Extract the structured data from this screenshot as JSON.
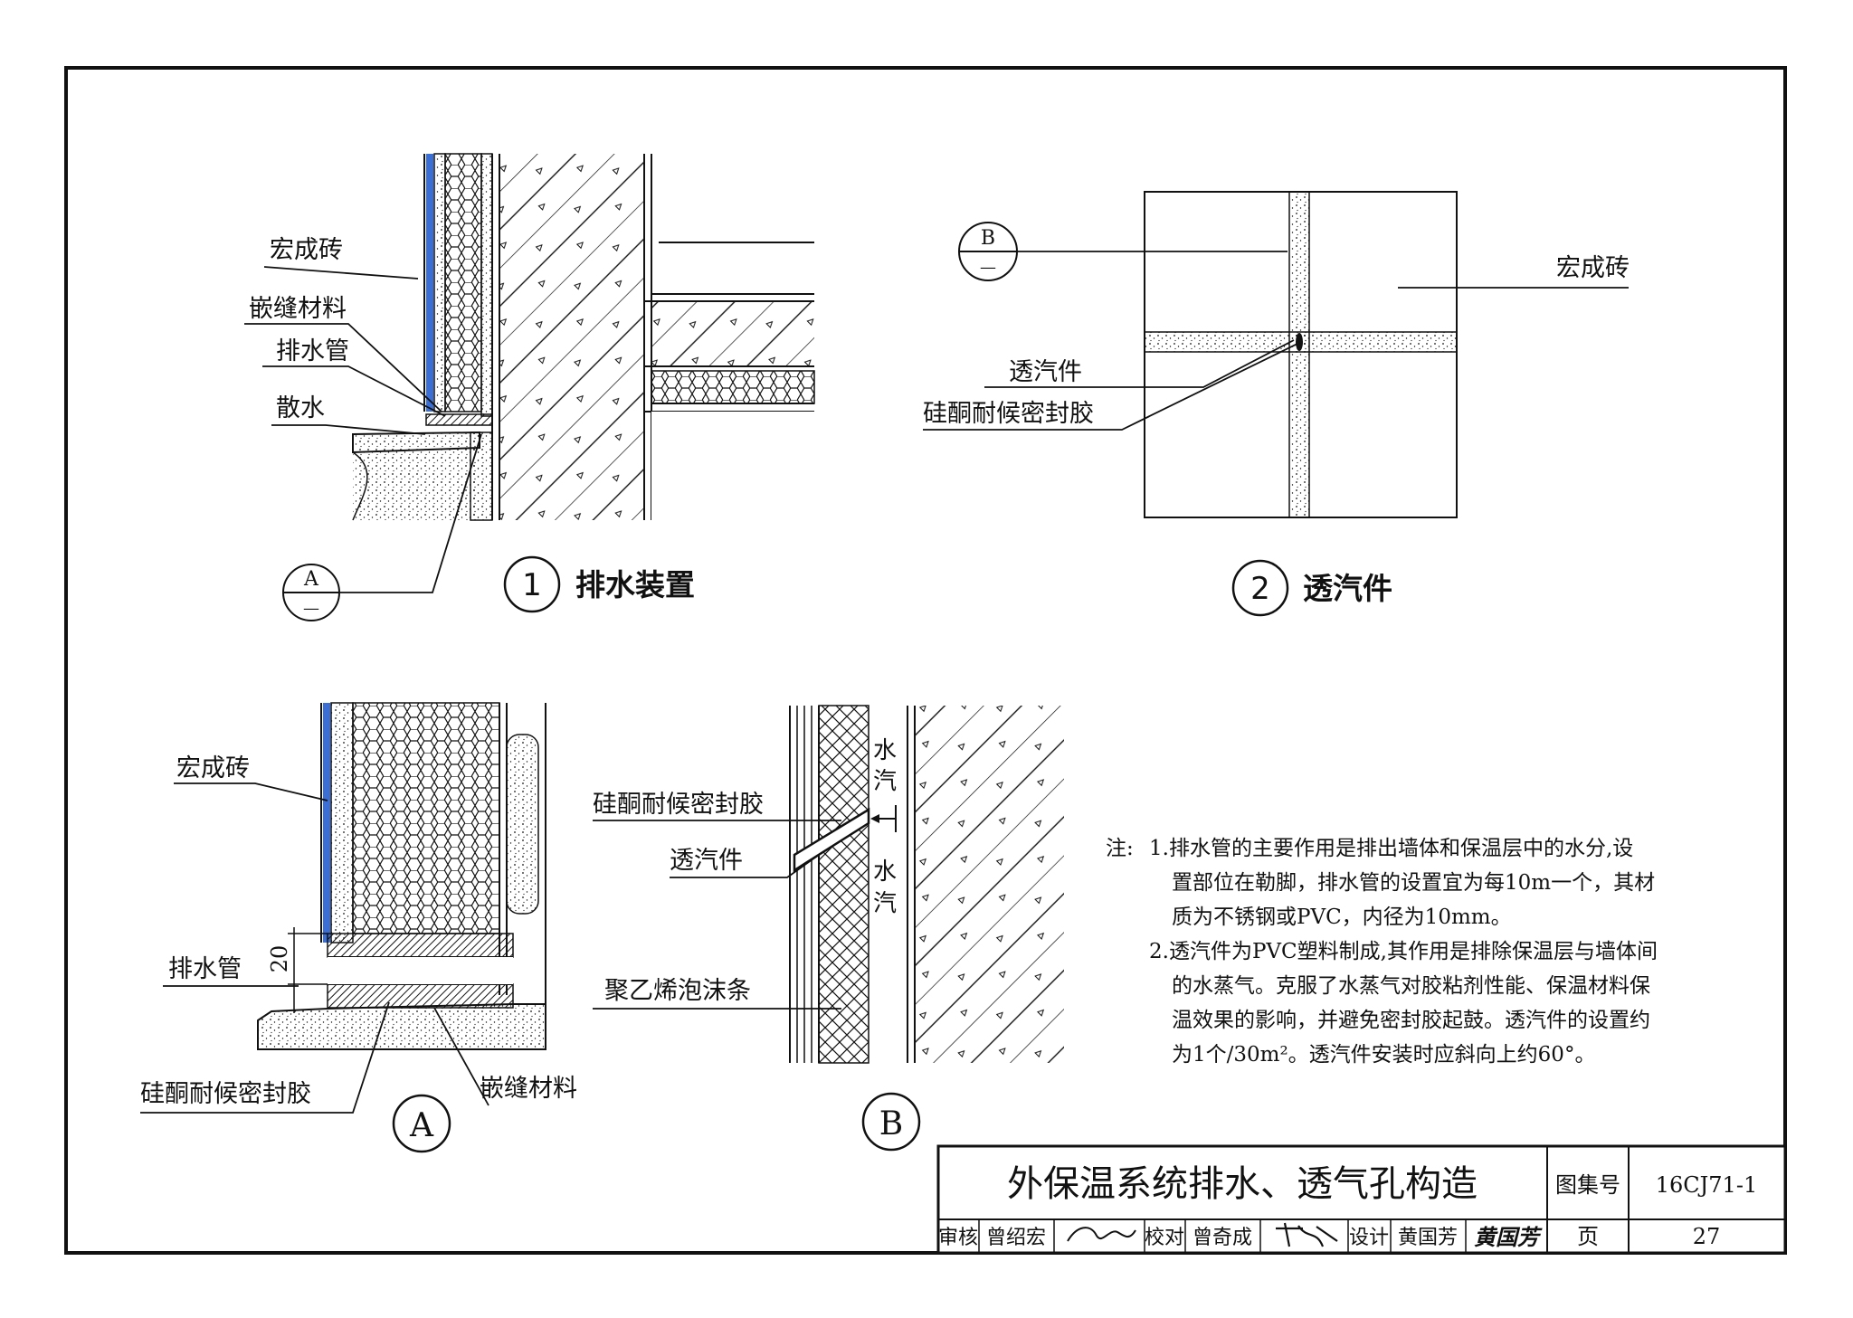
{
  "detail1": {
    "number": "1",
    "title": "排水装置",
    "labels": {
      "brick": "宏成砖",
      "joint_material": "嵌缝材料",
      "drain_pipe": "排水管",
      "apron": "散水"
    },
    "callout": {
      "top": "A",
      "bottom": "—"
    }
  },
  "detail2": {
    "number": "2",
    "title": "透汽件",
    "labels": {
      "brick": "宏成砖",
      "vent": "透汽件",
      "sealant": "硅酮耐候密封胶"
    },
    "callout": {
      "top": "B",
      "bottom": "—"
    }
  },
  "detailA": {
    "mark": "A",
    "labels": {
      "brick": "宏成砖",
      "drain_pipe": "排水管",
      "dimension": "20",
      "sealant": "硅酮耐候密封胶",
      "joint_material": "嵌缝材料"
    }
  },
  "detailB": {
    "mark": "B",
    "labels": {
      "sealant": "硅酮耐候密封胶",
      "vent": "透汽件",
      "foam_strip": "聚乙烯泡沫条",
      "vapor_upper_1": "水",
      "vapor_upper_2": "汽",
      "vapor_lower_1": "水",
      "vapor_lower_2": "汽"
    }
  },
  "notes": {
    "prefix": "注:",
    "lines": [
      "1.排水管的主要作用是排出墙体和保温层中的水分,设",
      "置部位在勒脚，排水管的设置宜为每10m一个，其材",
      "质为不锈钢或PVC，内径为10mm。",
      "2.透汽件为PVC塑料制成,其作用是排除保温层与墙体间",
      "的水蒸气。克服了水蒸气对胶粘剂性能、保温材料保",
      "温效果的影响，并避免密封胶起鼓。透汽件的设置约",
      "为1个/30m²。透汽件安装时应斜向上约60°。"
    ]
  },
  "title_block": {
    "title": "外保温系统排水、透气孔构造",
    "atlas_label": "图集号",
    "atlas_number": "16CJ71-1",
    "page_label": "页",
    "page_number": "27",
    "review_label": "审核",
    "reviewer": "曾绍宏",
    "check_label": "校对",
    "checker": "曾奇成",
    "design_label": "设计",
    "designer": "黄国芳",
    "designer_signature": "黄国芳"
  },
  "colors": {
    "ink": "#111111",
    "brick_face": "#3b6fd6"
  }
}
